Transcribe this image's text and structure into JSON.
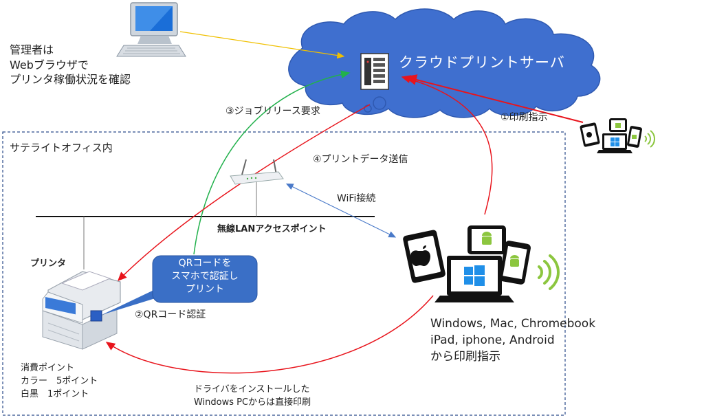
{
  "cloud": {
    "label": "クラウドプリントサーバ",
    "color": "#3f6fcf"
  },
  "admin": {
    "note": "管理者は\nWebブラウザで\nプリンタ稼働状況を確認"
  },
  "office": {
    "label": "サテライトオフィス内"
  },
  "router": {
    "label": "無線LANアクセスポイント"
  },
  "wifi": {
    "label": "WiFi接続"
  },
  "printer": {
    "label": "プリンタ"
  },
  "callout": {
    "text": "QRコードを\nスマホで認証し\nプリント",
    "color": "#3a6fc6"
  },
  "steps": {
    "step1": "①印刷指示",
    "step2": "②QRコード認証",
    "step3": "③ジョブリリース要求",
    "step4": "④プリントデータ送信"
  },
  "points": {
    "text": "消費ポイント\nカラー　5ポイント\n白黒　1ポイント"
  },
  "devices": {
    "text": "Windows, Mac, Chromebook\niPad, iphone, Android\nから印刷指示"
  },
  "driver": {
    "text": "ドライバをインストールした\nWindows PCからは直接印刷"
  },
  "colors": {
    "red": "#e8141c",
    "green": "#22b14c",
    "blue": "#4a7ac9",
    "gold": "#f0c000",
    "android": "#8cc63f"
  },
  "icons": [
    "monitor-icon",
    "server-icon",
    "router-icon",
    "printer-icon",
    "tablet-icon",
    "laptop-icon",
    "phone-icon",
    "wifi-signal-icon",
    "apple-icon",
    "android-icon",
    "windows-icon"
  ]
}
